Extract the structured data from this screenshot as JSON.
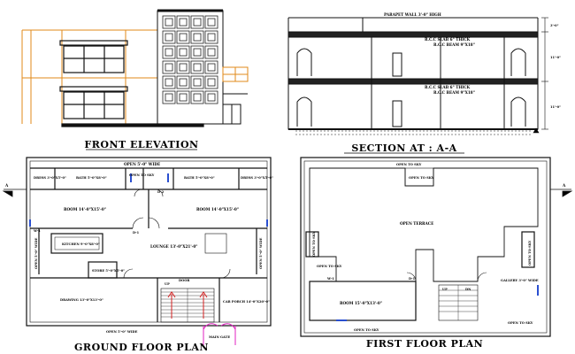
{
  "drawings": {
    "front_elevation": {
      "title": "FRONT ELEVATION"
    },
    "section": {
      "title": "SECTION AT : A-A",
      "parapet": "PARAPET WALL 3'-0\" HIGH",
      "slab_upper": "R.C.C SLAB 6\" THICK",
      "beam_upper": "R.C.C BEAM 9\"X18\"",
      "slab_lower": "R.C.C SLAB 6\" THICK",
      "beam_lower": "R.C.C BEAM 9\"X18\"",
      "dim_1": "3'-0\"",
      "dim_2": "11'-0\"",
      "dim_3": "11'-0\""
    },
    "ground_floor": {
      "title": "GROUND FLOOR PLAN",
      "section_mark_left": "A",
      "top_label": "OPEN 5'-0\" WIDE",
      "bottom_label": "OPEN 5'-0\" WIDE",
      "dress_left": "DRESS 3'-0\"X5'-0\"",
      "bath_left": "BATH 5'-0\"X8'-0\"",
      "open_sky": "OPEN TO SKY",
      "bath_right": "BATH 5'-0\"X8'-0\"",
      "dress_right": "DRESS 3'-0\"X5'-0\"",
      "room_left": "ROOM 14'-0\"X15'-0\"",
      "room_right": "ROOM 14'-0\"X15'-0\"",
      "kitchen": "KITCHEN 9'-0\"X8'-0\"",
      "lounge": "LOUNGE 13'-0\"X21'-0\"",
      "store": "STORE 5'-0\"X5'-0\"",
      "open_side_left": "OPEN 5'-0\" WIDE",
      "open_side_right": "OPEN 5'-0\" WIDE",
      "drawing": "DRAWING 13'-0\"X13'-0\"",
      "car_porch": "CAR PORCH 14'-0\"X20'-0\"",
      "up": "UP",
      "door": "DOOR",
      "main_gate": "MAIN GATE",
      "d1": "D-1",
      "d2": "D-2",
      "w1": "W-1"
    },
    "first_floor": {
      "title": "FIRST FLOOR PLAN",
      "section_mark_right": "A",
      "open_top": "OPEN TO SKY",
      "open_sky_small": "OPEN TO SKY",
      "open_terrace": "OPEN TERRACE",
      "open_left": "OPEN TO SKY",
      "open_right": "OPEN TO SKY",
      "open_to_sky_mid": "OPEN TO SKY",
      "room": "ROOM 15'-0\"X13'-0\"",
      "gallery": "GALLERY 3'-0\" WIDE",
      "open_bottom_left": "OPEN TO SKY",
      "open_bottom_right": "OPEN TO SKY",
      "up": "UP",
      "dn": "DN",
      "d1": "D-1",
      "w1": "W-1"
    }
  }
}
